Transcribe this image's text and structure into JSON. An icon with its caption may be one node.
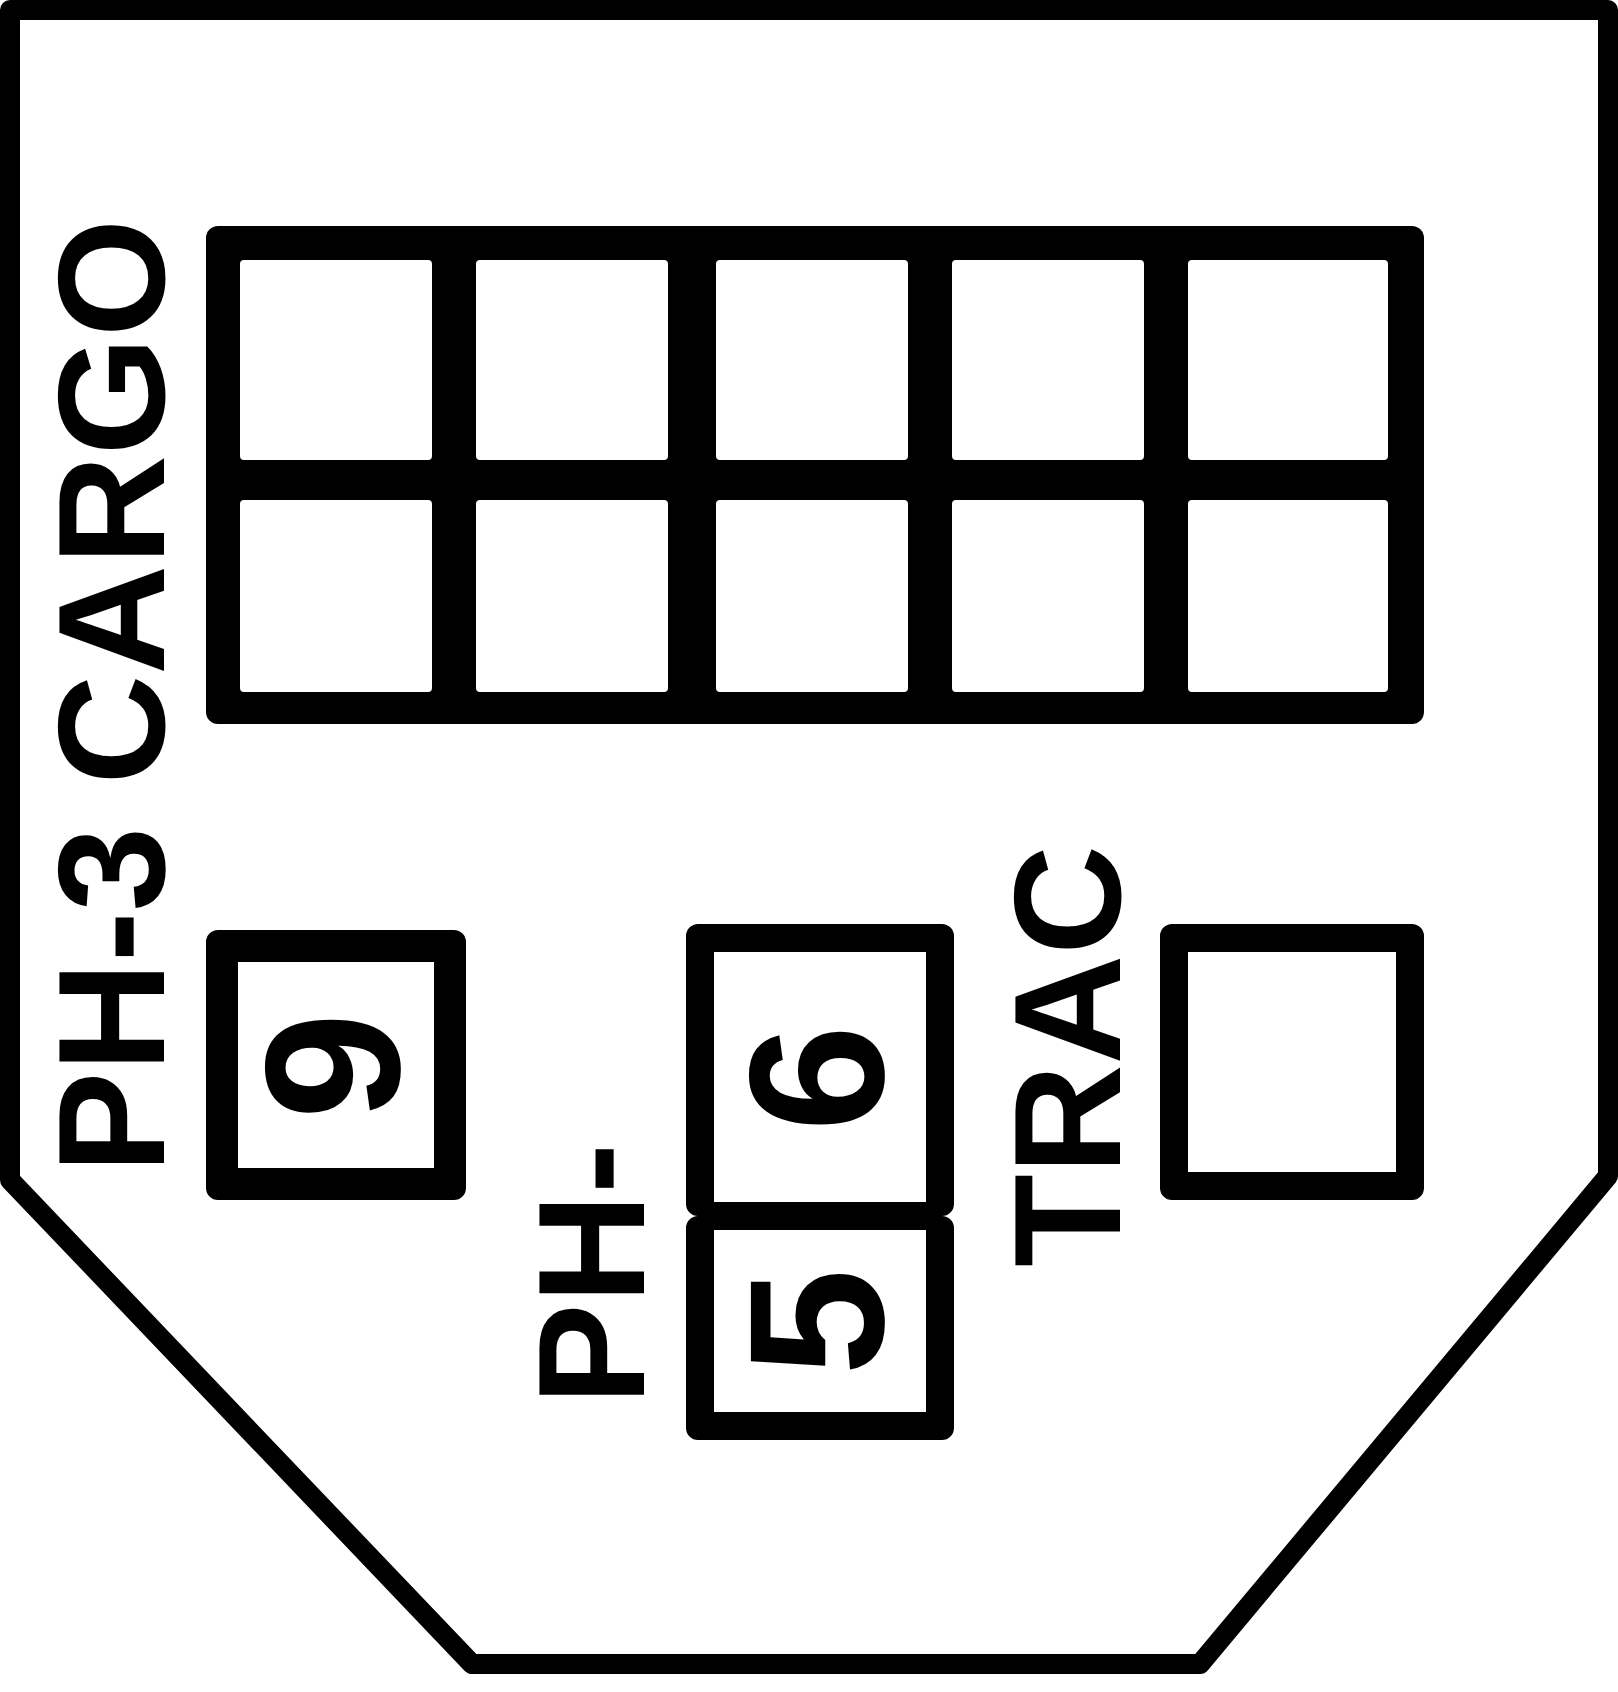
{
  "diagram": {
    "nodes": [
      {
        "text": [],
        "shape": "box"
      },
      {
        "text": [],
        "shape": "box"
      },
      {
        "text": [],
        "shape": "box"
      },
      {
        "text": [],
        "shape": "box"
      },
      {
        "text": [],
        "shape": "box"
      },
      {
        "text": [],
        "shape": "box"
      },
      {
        "text": [],
        "shape": "box"
      },
      {
        "text": [],
        "shape": "box"
      },
      {
        "text": [],
        "shape": "box"
      },
      {
        "text": [],
        "shape": "box"
      },
      {
        "text": [
          "9"
        ]
      },
      {
        "text": [
          "6"
        ]
      },
      {
        "text": [
          "5"
        ]
      },
      {
        "text": [],
        "shape": "box"
      }
    ],
    "labels": [
      "PH-3 CARGO",
      "PH-",
      "TRAC"
    ]
  }
}
